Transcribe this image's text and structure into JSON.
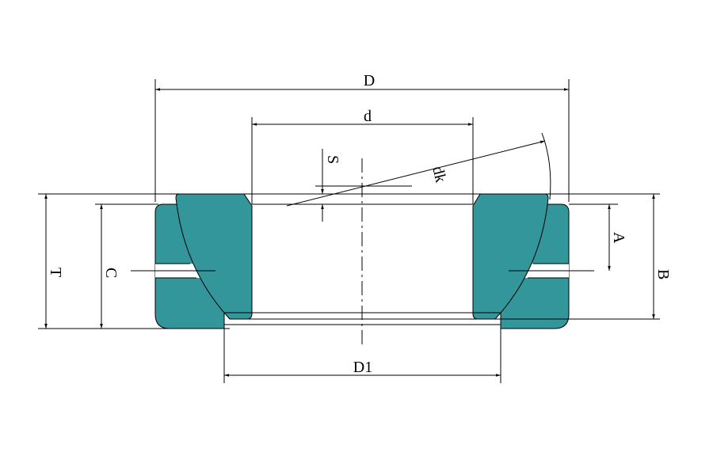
{
  "drawing": {
    "fill_color": "#33969a",
    "labels": {
      "D": "D",
      "d": "d",
      "dk": "dk",
      "S": "S",
      "T": "T",
      "C": "C",
      "A": "A",
      "B": "B",
      "D1": "D1"
    }
  }
}
